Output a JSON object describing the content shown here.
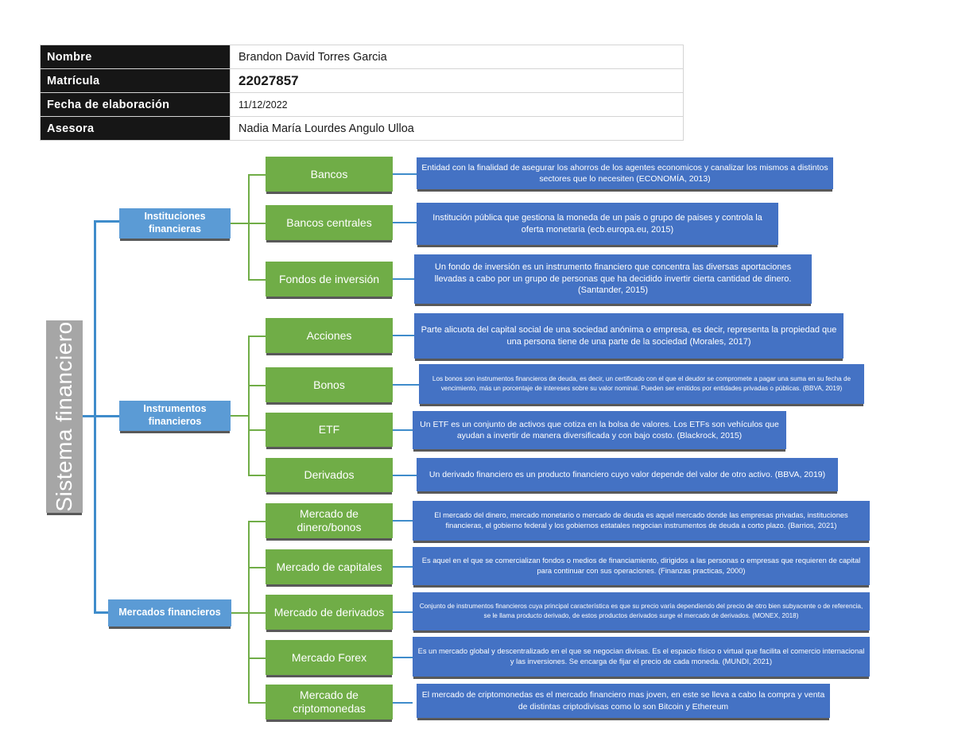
{
  "header_table": {
    "rows": [
      {
        "label": "Nombre",
        "value": "Brandon David Torres Garcia",
        "style": "med"
      },
      {
        "label": "Matrícula",
        "value": "22027857",
        "style": "big"
      },
      {
        "label": "Fecha de elaboración",
        "value": "11/12/2022",
        "style": "small"
      },
      {
        "label": "Asesora",
        "value": "Nadia María Lourdes Angulo Ulloa",
        "style": "med"
      }
    ]
  },
  "diagram": {
    "root": {
      "label": "Sistema financiero"
    },
    "branches": [
      {
        "label": "Instituciones financieras"
      },
      {
        "label": "Instrumentos financieros"
      },
      {
        "label": "Mercados financieros"
      }
    ],
    "leaves": [
      {
        "label": "Bancos"
      },
      {
        "label": "Bancos centrales"
      },
      {
        "label": "Fondos de inversión"
      },
      {
        "label": "Acciones"
      },
      {
        "label": "Bonos"
      },
      {
        "label": "ETF"
      },
      {
        "label": "Derivados"
      },
      {
        "label": "Mercado de dinero/bonos"
      },
      {
        "label": "Mercado de capitales"
      },
      {
        "label": "Mercado de derivados"
      },
      {
        "label": "Mercado Forex"
      },
      {
        "label": "Mercado de criptomonedas"
      }
    ],
    "descriptions": [
      {
        "text": "Entidad con la finalidad de asegurar los ahorros de los agentes economicos y canalizar los mismos a distintos sectores que lo necesiten (ECONOMÍA, 2013)"
      },
      {
        "text": "Institución pública que gestiona la moneda de un pais o grupo de paises  y controla la oferta monetaria (ecb.europa.eu, 2015)"
      },
      {
        "text": "Un fondo de inversión es un instrumento financiero que concentra las diversas aportaciones llevadas a cabo por un grupo de personas que ha decidido invertir cierta cantidad de dinero. (Santander, 2015)"
      },
      {
        "text": "Parte alicuota del capital social de una sociedad anónima o empresa, es decir, representa la propiedad que una persona tiene de una parte de la sociedad (Morales, 2017)"
      },
      {
        "text": "Los bonos son instrumentos financieros de deuda, es decir, un certificado con el que el deudor se compromete a pagar una suma en su fecha de vencimiento, más un porcentaje de intereses sobre su valor nominal. Pueden ser emitidos por entidades privadas o públicas. (BBVA, 2019)"
      },
      {
        "text": "Un ETF es un conjunto de activos que cotiza en la bolsa de valores. Los ETFs son vehículos que ayudan a invertir de manera diversificada y con bajo costo. (Blackrock, 2015)"
      },
      {
        "text": "Un derivado financiero es un producto financiero cuyo valor depende del valor de otro activo. (BBVA, 2019)"
      },
      {
        "text": "El mercado del dinero, mercado monetario o mercado de deuda es aquel mercado donde las empresas privadas, instituciones financieras, el gobierno federal y los gobiernos estatales negocian instrumentos de deuda a corto plazo. (Barrios, 2021)"
      },
      {
        "text": "Es aquel en el que se comercializan fondos o medios de financiamiento, dirigidos a las personas o empresas que requieren de capital para continuar con sus operaciones. (Finanzas practicas, 2000)"
      },
      {
        "text": "Conjunto de instrumentos financieros cuya principal característica es que su precio varía dependiendo del precio de otro bien subyacente o de referencia, se le llama producto derivado, de estos productos derivados surge el mercado de derivados. (MONEX, 2018)"
      },
      {
        "text": "Es un mercado global y descentralizado en el que se negocian divisas. Es el espacio físico o virtual que facilita el comercio internacional y las inversiones. Se encarga de fijar el precio de cada moneda. (MUNDI, 2021)"
      },
      {
        "text": "El mercado de criptomonedas es el mercado financiero mas joven, en este se lleva a cabo la compra y venta de distintas criptodivisas como lo son Bitcoin y Ethereum"
      }
    ],
    "colors": {
      "root": "#a6a6a6",
      "branch": "#5b9bd5",
      "leaf": "#70ad47",
      "description": "#4472c4",
      "shadow": "#595959",
      "connector_blue": "#3f8ccb",
      "connector_green": "#70ad47"
    }
  }
}
